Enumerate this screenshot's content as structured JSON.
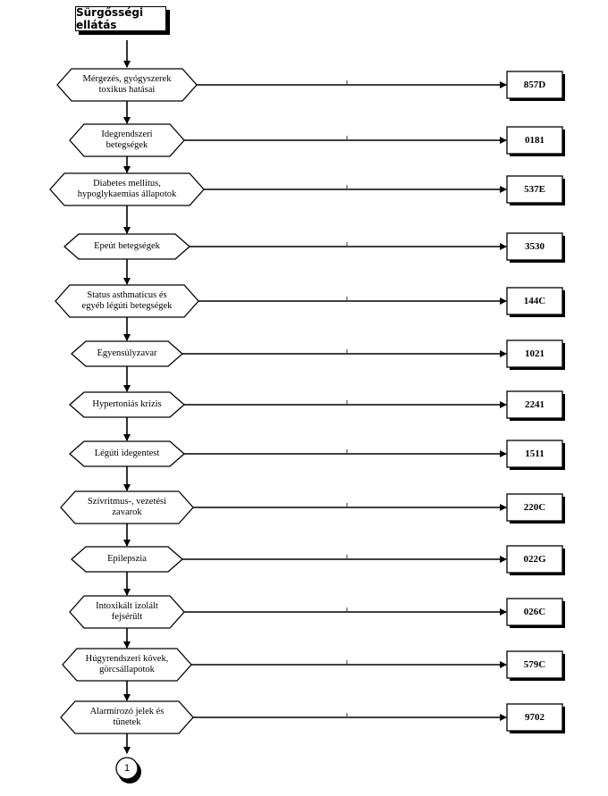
{
  "title": "Sürgősségi ellátás",
  "connector_label": "1",
  "rows": [
    {
      "label": "Mérgezés, gyógyszerek\ntoxikus hatásai",
      "code": "857D"
    },
    {
      "label": "Idegrendszeri\nbetegségek",
      "code": "0181"
    },
    {
      "label": "Diabetes mellitus,\nhypoglykaemias állapotok",
      "code": "537E"
    },
    {
      "label": "Epeút betegségek",
      "code": "3530"
    },
    {
      "label": "Status asthmaticus és\negyéb légúti betegségek",
      "code": "144C"
    },
    {
      "label": "Egyensúlyzavar",
      "code": "1021"
    },
    {
      "label": "Hypertoniás krízis",
      "code": "2241"
    },
    {
      "label": "Légúti idegentest",
      "code": "1511"
    },
    {
      "label": "Szívritmus-, vezetési\nzavarok",
      "code": "220C"
    },
    {
      "label": "Epilepszia",
      "code": "022G"
    },
    {
      "label": "Intoxikált izolált\nfejsérült",
      "code": "026C"
    },
    {
      "label": "Húgyrendszeri kövek,\ngörcsállapotok",
      "code": "579C"
    },
    {
      "label": "Alarmírozó jelek és\ntünetek",
      "code": "9702"
    }
  ]
}
